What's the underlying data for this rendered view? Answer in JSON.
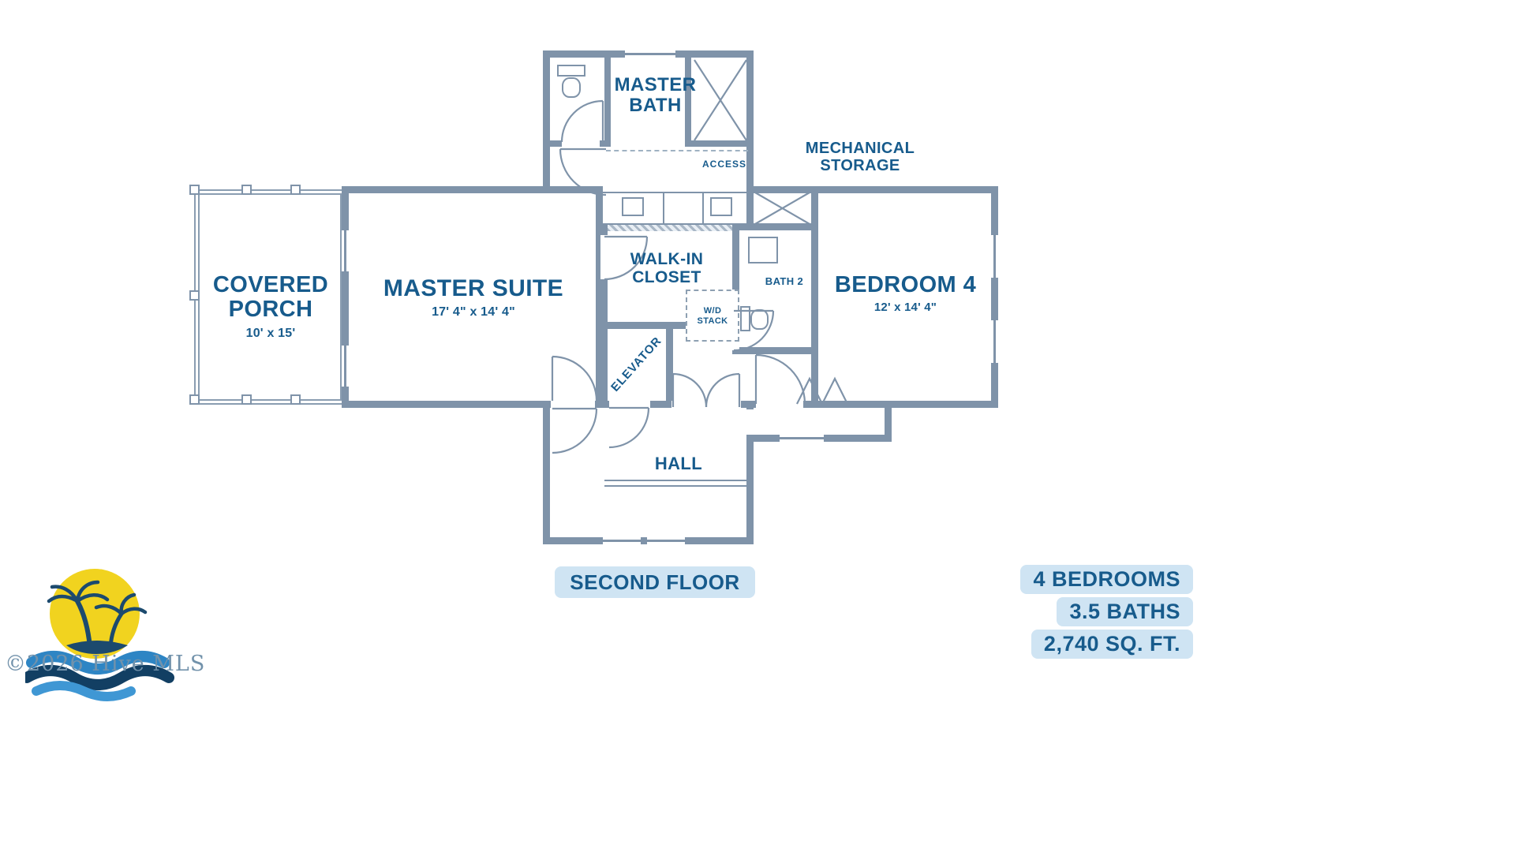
{
  "plan": {
    "floor_label": "SECOND FLOOR",
    "rooms": {
      "master_bath": {
        "name": "MASTER BATH"
      },
      "access_note": "ACCESS",
      "mechanical_storage": {
        "name": "MECHANICAL STORAGE"
      },
      "covered_porch": {
        "name": "COVERED PORCH",
        "dims": "10' x 15'"
      },
      "master_suite": {
        "name": "MASTER SUITE",
        "dims": "17' 4\" x 14' 4\""
      },
      "walk_in_closet": {
        "name": "WALK-IN CLOSET"
      },
      "wd_stack": {
        "name": "W/D STACK"
      },
      "elevator": {
        "name": "ELEVATOR"
      },
      "bath_2": {
        "name": "BATH 2"
      },
      "bedroom_4": {
        "name": "BEDROOM 4",
        "dims": "12' x 14' 4\""
      },
      "hall": {
        "name": "HALL"
      }
    }
  },
  "summary": {
    "bedrooms": "4 BEDROOMS",
    "baths": "3.5 BATHS",
    "area": "2,740 SQ. FT."
  },
  "watermark": "©2026 Hive MLS",
  "colors": {
    "wall": "#7f93a9",
    "label_blue": "#175b8c",
    "pill_bg": "#cfe4f3",
    "logo_yellow": "#f1d31f",
    "logo_navy": "#1c4a6e",
    "wave_blue": "#2e85c4",
    "wave_dark": "#123f63",
    "wave_light": "#3f97d4"
  }
}
